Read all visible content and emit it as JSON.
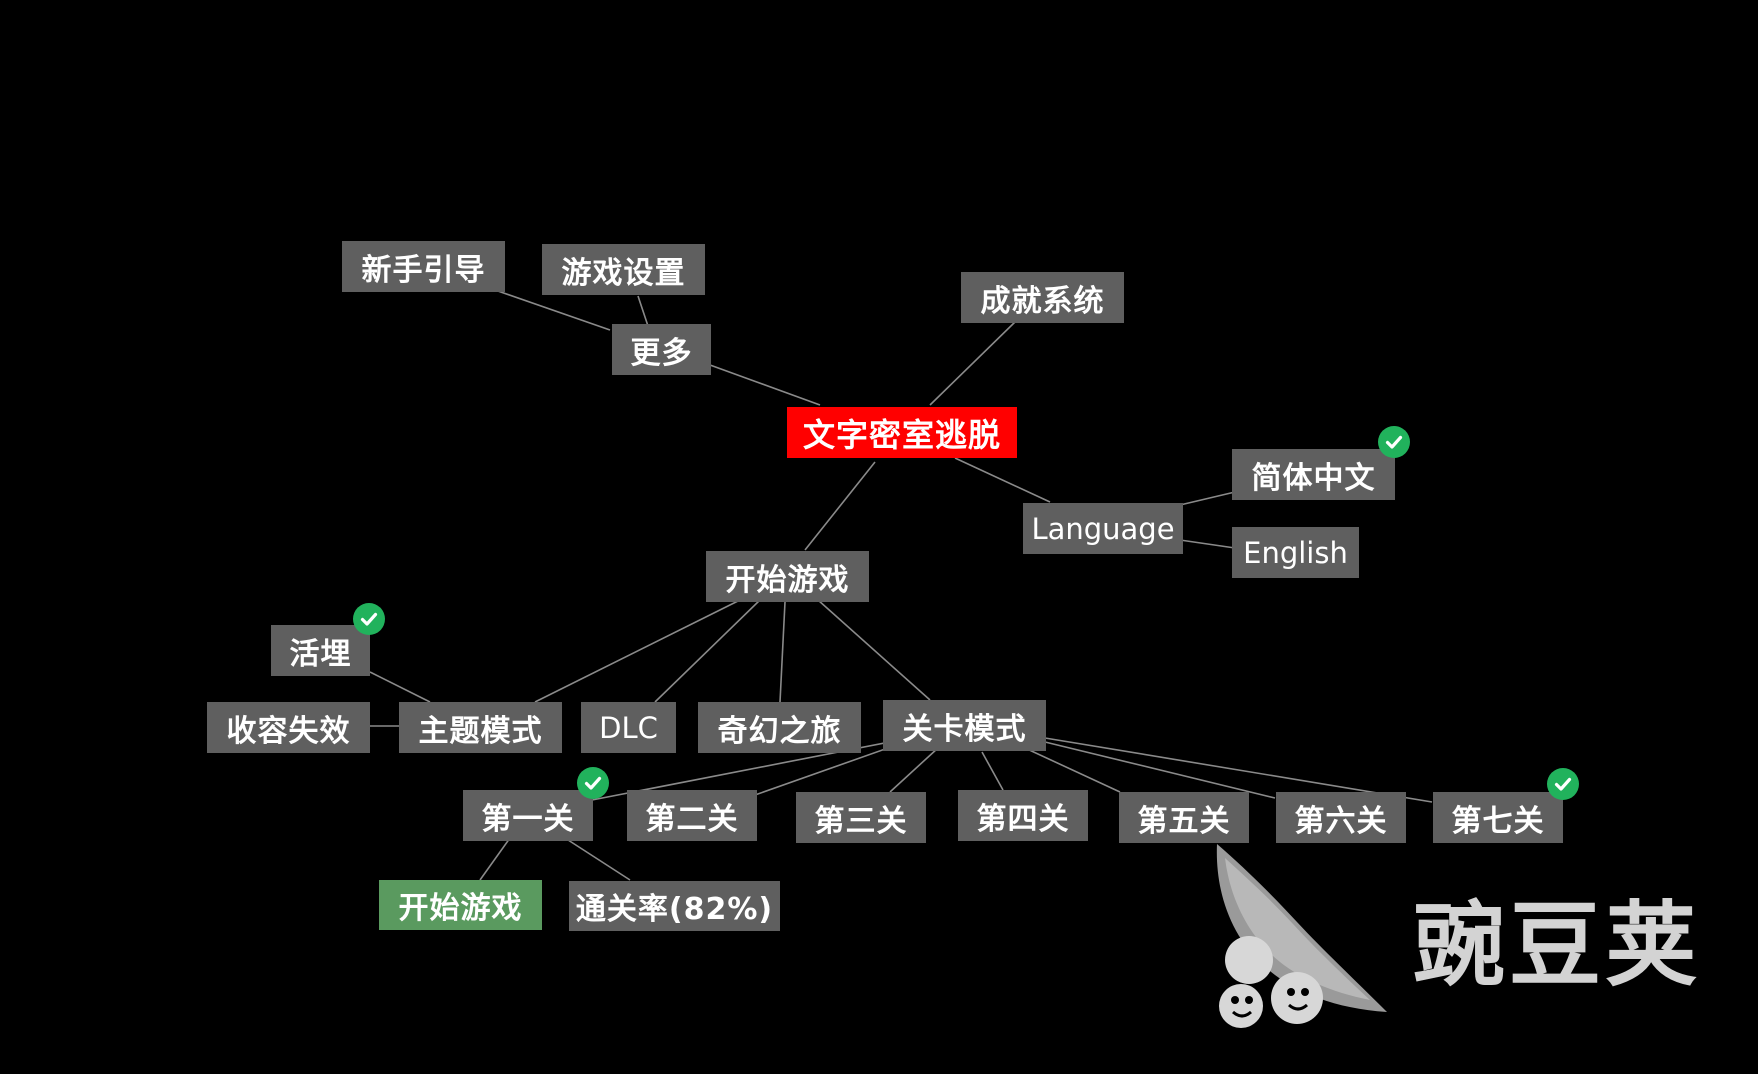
{
  "title": "文字密室逃脱",
  "menu": {
    "more": "更多",
    "tutorial": "新手引导",
    "settings": "游戏设置",
    "achievements": "成就系统",
    "language": "Language",
    "lang_zh": "简体中文",
    "lang_en": "English",
    "start_game": "开始游戏"
  },
  "modes": {
    "theme": "主题模式",
    "dlc": "DLC",
    "fantasy": "奇幻之旅",
    "levels": "关卡模式"
  },
  "theme_items": {
    "item1": "活埋",
    "item2": "收容失效"
  },
  "levels": [
    "第一关",
    "第二关",
    "第三关",
    "第四关",
    "第五关",
    "第六关",
    "第七关"
  ],
  "level1": {
    "start": "开始游戏",
    "clear_rate": "通关率(82%)"
  },
  "completed": [
    "简体中文",
    "活埋",
    "第一关",
    "第七关"
  ],
  "colors": {
    "background": "#000000",
    "node": "#5f5f5f",
    "root": "#ff0000",
    "start": "#5a9a5f",
    "check": "#21b25c",
    "link": "#8a8a8a"
  },
  "watermark": {
    "text": "豌豆荚",
    "icon": "pea-pod-logo"
  }
}
